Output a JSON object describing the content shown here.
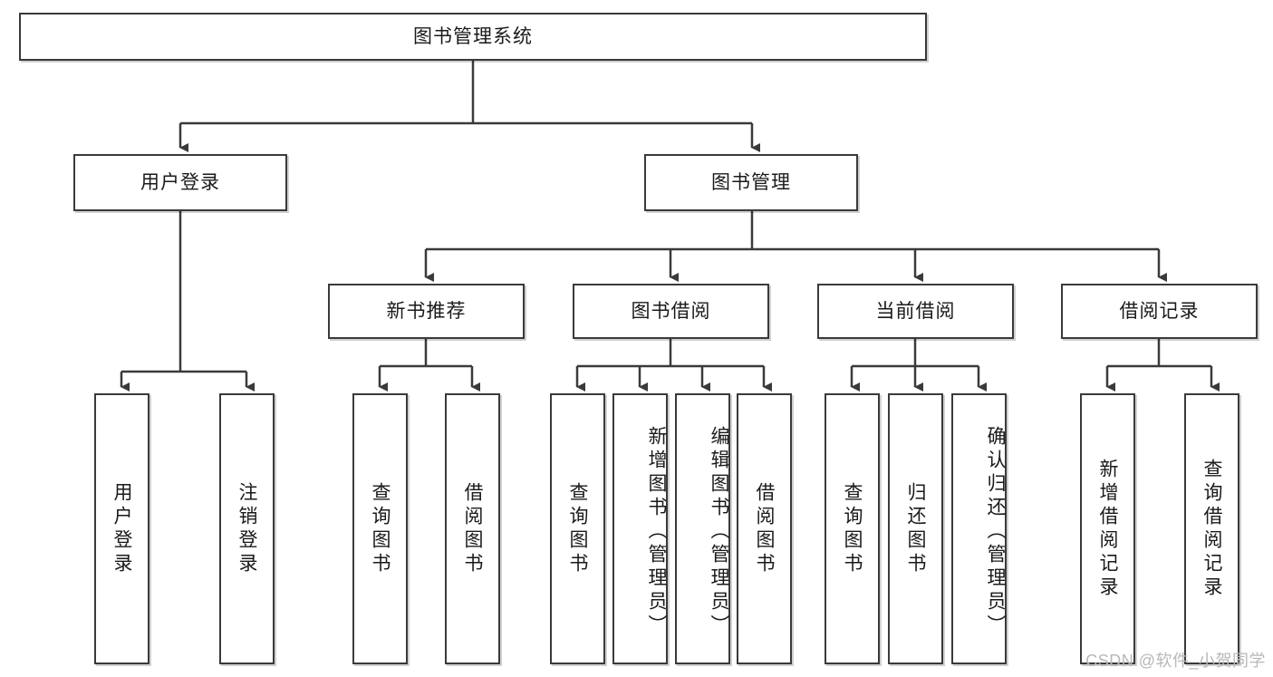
{
  "diagram": {
    "title_node": {
      "label": "图书管理系统"
    },
    "level2": [
      {
        "id": "user-login",
        "label": "用户登录"
      },
      {
        "id": "book-management",
        "label": "图书管理"
      }
    ],
    "level3": [
      {
        "id": "new-book-recommend",
        "label": "新书推荐"
      },
      {
        "id": "book-borrow",
        "label": "图书借阅"
      },
      {
        "id": "current-borrow",
        "label": "当前借阅"
      },
      {
        "id": "borrow-record",
        "label": "借阅记录"
      }
    ],
    "leaves": {
      "user_login": [
        {
          "id": "leaf-user-login",
          "label": "用户登录"
        },
        {
          "id": "leaf-logout-login",
          "label": "注销登录"
        }
      ],
      "new_book_recommend": [
        {
          "id": "leaf-query-book-1",
          "label": "查询图书"
        },
        {
          "id": "leaf-borrow-book-1",
          "label": "借阅图书"
        }
      ],
      "book_borrow": [
        {
          "id": "leaf-query-book-2",
          "label": "查询图书"
        },
        {
          "id": "leaf-add-book",
          "label": "新增图书（管理员）"
        },
        {
          "id": "leaf-edit-book",
          "label": "编辑图书（管理员）"
        },
        {
          "id": "leaf-borrow-book-2",
          "label": "借阅图书"
        }
      ],
      "current_borrow": [
        {
          "id": "leaf-query-book-3",
          "label": "查询图书"
        },
        {
          "id": "leaf-return-book",
          "label": "归还图书"
        },
        {
          "id": "leaf-confirm-return",
          "label": "确认归还（管理员）"
        }
      ],
      "borrow_record": [
        {
          "id": "leaf-add-record",
          "label": "新增借阅记录"
        },
        {
          "id": "leaf-query-record",
          "label": "查询借阅记录"
        }
      ]
    },
    "watermark": "CSDN @软件_小贺同学",
    "colors": {
      "stroke": "#3a3a3a",
      "fill": "#ffffff",
      "text": "#1a1a1a",
      "watermark": "#b8b8b8"
    }
  }
}
